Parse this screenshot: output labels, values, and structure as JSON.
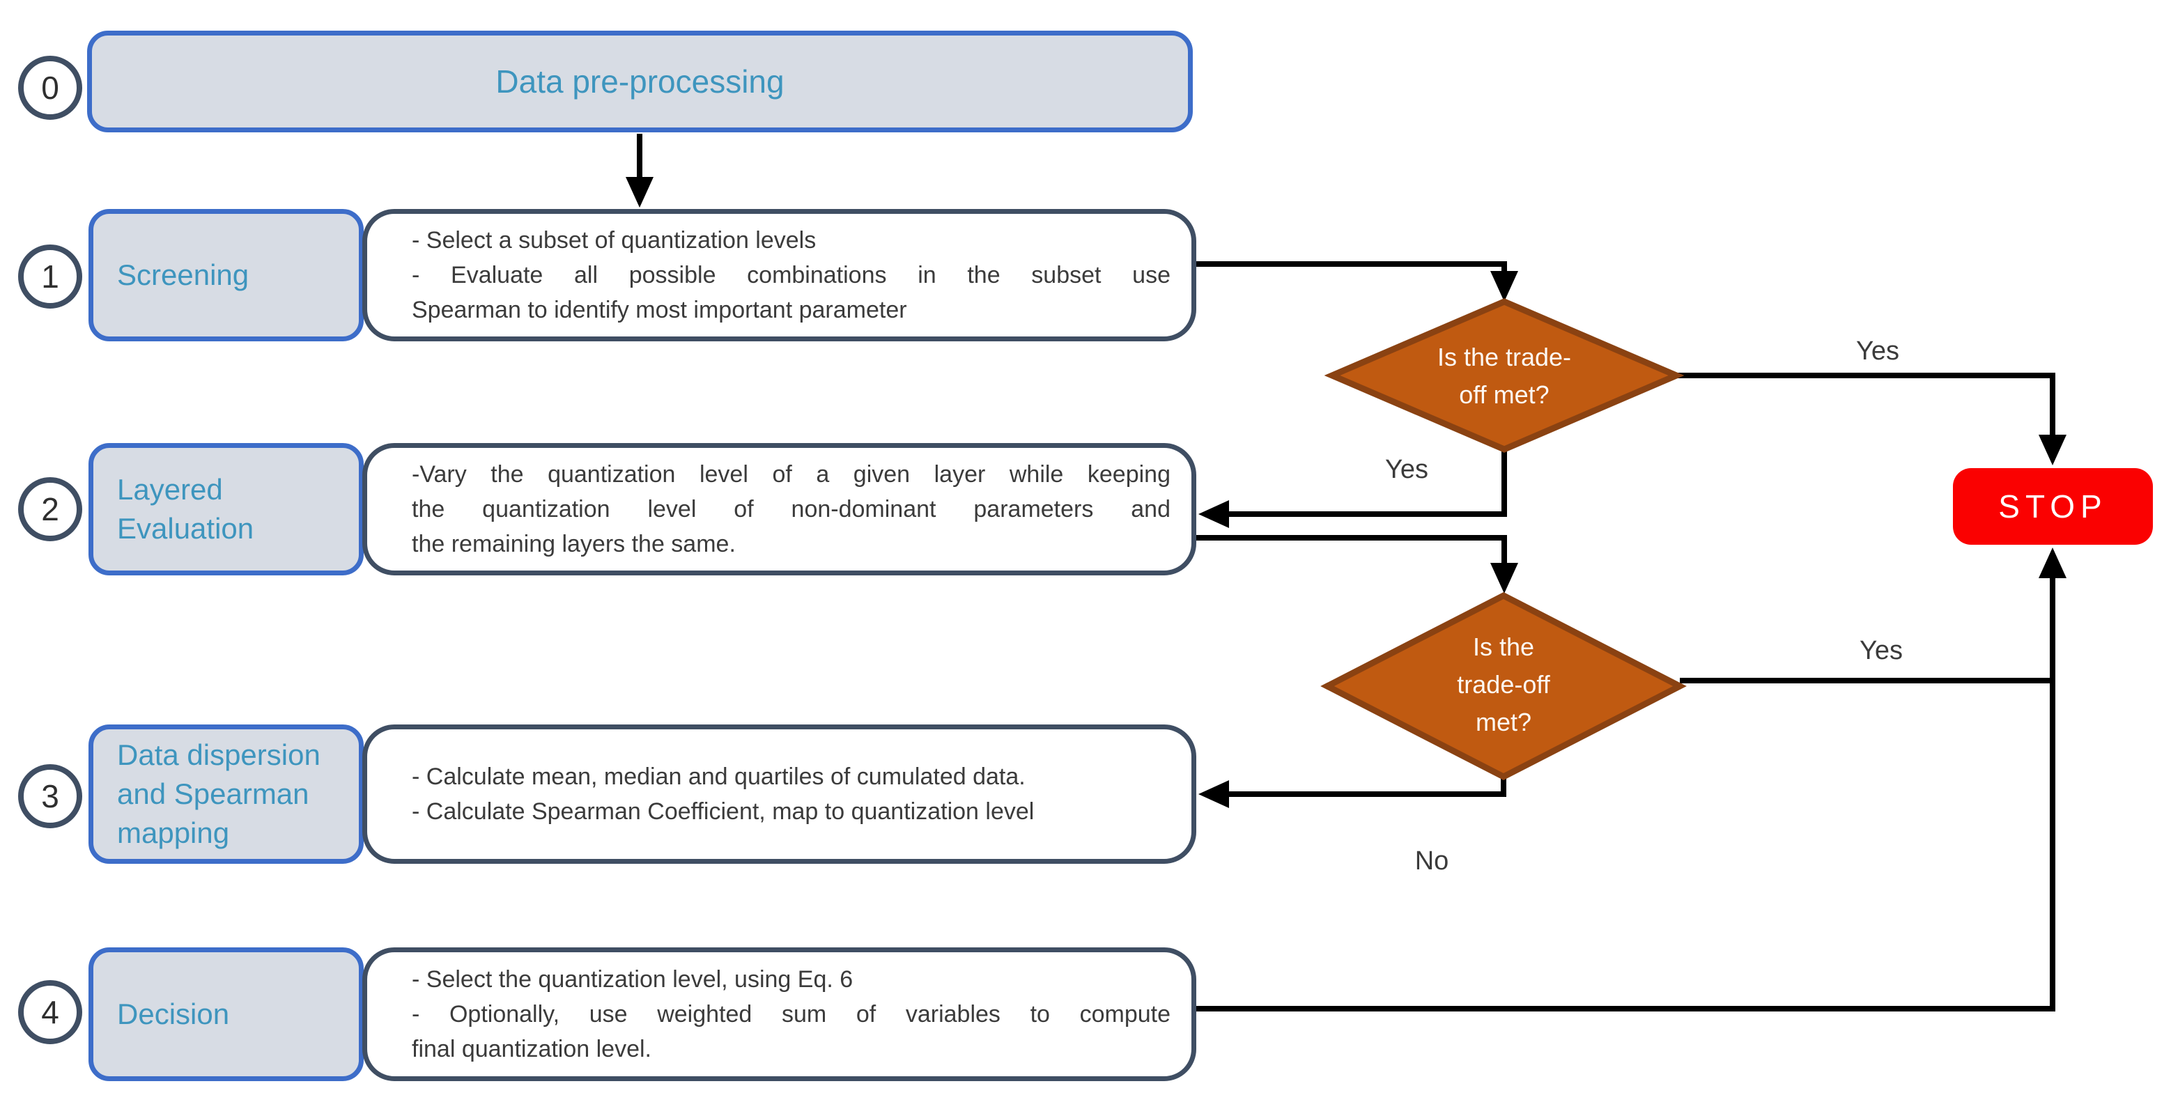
{
  "steps": [
    {
      "num": "0",
      "label": "Data pre-processing",
      "lines": []
    },
    {
      "num": "1",
      "label": "Screening",
      "lines": [
        "- Select a subset of quantization levels",
        "- Evaluate all possible combinations in the subset use",
        "Spearman to identify most important parameter"
      ]
    },
    {
      "num": "2",
      "label": "Layered Evaluation",
      "lines": [
        "-Vary the quantization level of a given layer while keeping",
        "the quantization level of non-dominant parameters and",
        "the remaining layers the same."
      ]
    },
    {
      "num": "3",
      "label": "Data dispersion and Spearman mapping",
      "lines": [
        "- Calculate mean, median and quartiles of cumulated data.",
        "- Calculate Spearman Coefficient, map to quantization level"
      ]
    },
    {
      "num": "4",
      "label": "Decision",
      "lines": [
        "- Select the quantization level, using Eq. 6",
        "- Optionally, use weighted sum of variables to compute",
        "final quantization level."
      ]
    }
  ],
  "decisions": [
    {
      "question": "Is the trade-off met?",
      "lines": [
        "Is the trade-",
        "off met?"
      ]
    },
    {
      "question": "Is the trade-off met?",
      "lines": [
        "Is the",
        "trade-off",
        "met?"
      ]
    }
  ],
  "edges": [
    {
      "label": "Yes",
      "from": "decision-1",
      "to": "stop"
    },
    {
      "label": "Yes",
      "from": "decision-1",
      "to": "step-2"
    },
    {
      "label": "Yes",
      "from": "decision-2",
      "to": "stop"
    },
    {
      "label": "No",
      "from": "decision-2",
      "to": "step-3"
    }
  ],
  "stop": {
    "label": "STOP"
  },
  "colors": {
    "node_fill": "#D7DCE4",
    "node_border": "#3D6DC9",
    "node_text": "#3E95BE",
    "desc_border": "#3F4E63",
    "desc_text": "#3B3B3B",
    "diamond_fill": "#C05A11",
    "diamond_border": "#8A4212",
    "stop_fill": "#FA0101",
    "connector": "#000000"
  }
}
